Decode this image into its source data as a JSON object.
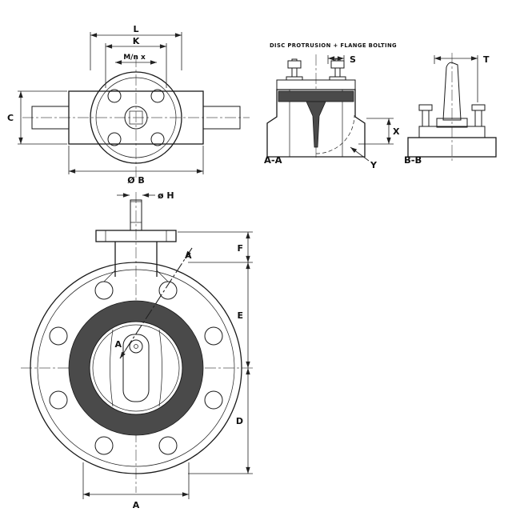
{
  "drawing": {
    "title": "DISC PROTRUSION + FLANGE BOLTING",
    "views": {
      "plan": {
        "dims": {
          "L": "L",
          "K": "K",
          "Mn": "M/n x",
          "C": "C",
          "B": "Ø B"
        }
      },
      "sectionAA": {
        "label": "A-A",
        "dims": {
          "S": "S",
          "X": "X",
          "Y": "Y"
        }
      },
      "sectionBB": {
        "label": "B-B",
        "dims": {
          "T": "T"
        }
      },
      "front": {
        "cut_label": "A",
        "dims": {
          "H": "ø H",
          "F": "F",
          "E": "E",
          "D": "D",
          "A": "A"
        }
      }
    },
    "colors": {
      "line": "#1a1a1a",
      "seat": "#4a4a4a",
      "background": "#ffffff"
    }
  }
}
